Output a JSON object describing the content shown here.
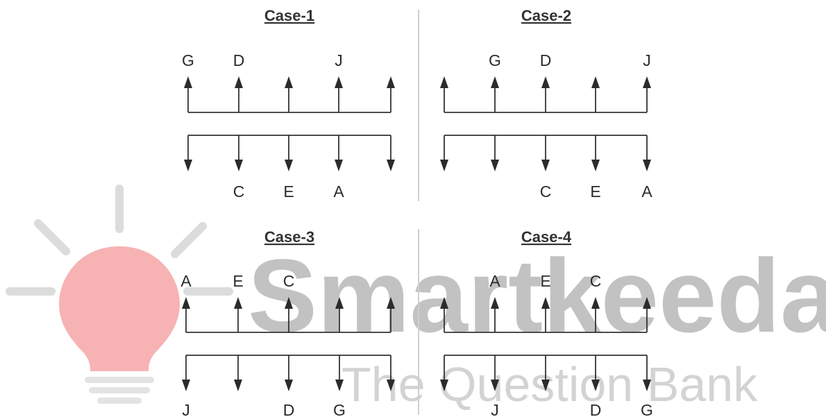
{
  "watermark": {
    "brand": "Smartkeeda",
    "tagline": "The Question Bank",
    "bulb_color": "#f7b3b3",
    "ray_color": "#dcdcdc",
    "base_color": "#e3e3e3"
  },
  "cases": [
    {
      "title": "Case-1",
      "top_row_facing": "up",
      "bottom_row_facing": "down",
      "top_labels": [
        "G",
        "D",
        "",
        "J",
        ""
      ],
      "bottom_labels": [
        "",
        "C",
        "E",
        "A",
        ""
      ]
    },
    {
      "title": "Case-2",
      "top_row_facing": "up",
      "bottom_row_facing": "down",
      "top_labels": [
        "",
        "G",
        "D",
        "",
        "J"
      ],
      "bottom_labels": [
        "",
        "",
        "C",
        "E",
        "A"
      ]
    },
    {
      "title": "Case-3",
      "top_row_facing": "up",
      "bottom_row_facing": "down",
      "top_labels": [
        "A",
        "E",
        "C",
        "",
        ""
      ],
      "bottom_labels": [
        "J",
        "",
        "D",
        "G",
        ""
      ]
    },
    {
      "title": "Case-4",
      "top_row_facing": "up",
      "bottom_row_facing": "down",
      "top_labels": [
        "",
        "A",
        "E",
        "C",
        ""
      ],
      "bottom_labels": [
        "",
        "J",
        "",
        "D",
        "G"
      ]
    }
  ]
}
